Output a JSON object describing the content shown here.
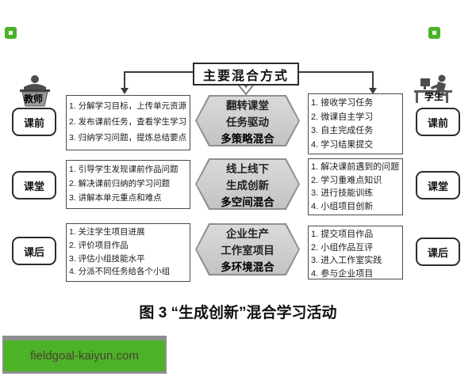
{
  "title": "主要混合方式",
  "caption": "图 3  “生成创新”混合学习活动",
  "teacher": {
    "label": "教师"
  },
  "student": {
    "label": "学生"
  },
  "rows": [
    {
      "stage": "课前",
      "teacher": [
        "1. 分解学习目标，上传单元资源",
        "2. 发布课前任务，查看学生学习",
        "3. 归纳学习问题，提炼总结要点"
      ],
      "hexagon": [
        "翻转课堂",
        "任务驱动",
        "多策略混合"
      ],
      "student": [
        "1. 接收学习任务",
        "2. 微课自主学习",
        "3. 自主完成任务",
        "4. 学习结果提交"
      ]
    },
    {
      "stage": "课堂",
      "teacher": [
        "1. 引导学生发现课前作品问题",
        "2. 解决课前归纳的学习问题",
        "3. 讲解本单元重点和难点"
      ],
      "hexagon": [
        "线上线下",
        "生成创新",
        "多空间混合"
      ],
      "student": [
        "1. 解决课前遇到的问题",
        "2. 学习重难点知识",
        "3. 进行技能训练",
        "4. 小组项目创新"
      ]
    },
    {
      "stage": "课后",
      "teacher": [
        "1. 关注学生项目进展",
        "2. 评价项目作品",
        "3. 评估小组技能水平",
        "4. 分派不同任务给各个小组"
      ],
      "hexagon": [
        "企业生产",
        "工作室项目",
        "多环境混合"
      ],
      "student": [
        "1. 提交项目作品",
        "2. 小组作品互评",
        "3. 进入工作室实践",
        "4. 参与企业项目"
      ]
    }
  ],
  "banner": {
    "text": "fieldgoal-kaiyun.com"
  },
  "colors": {
    "hexagon_fill": "#c3c3c3",
    "hexagon_edge": "#8f8f8f",
    "banner_green": "#4cb227",
    "banner_frame": "#8e8e8e",
    "banner_text": "#4a4036"
  }
}
